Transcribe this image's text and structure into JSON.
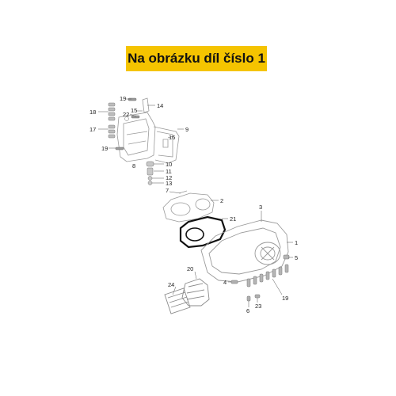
{
  "banner": {
    "text": "Na obrázku díl číslo 1",
    "color": "#f5c400"
  },
  "diagram": {
    "line_color": "#9a9a9a",
    "gasket_color": "#111111",
    "callouts": [
      "19",
      "14",
      "15",
      "18",
      "22",
      "16",
      "9",
      "17",
      "19",
      "8",
      "10",
      "11",
      "12",
      "13",
      "7",
      "2",
      "3",
      "21",
      "1",
      "5",
      "20",
      "24",
      "4",
      "6",
      "23",
      "19"
    ]
  }
}
